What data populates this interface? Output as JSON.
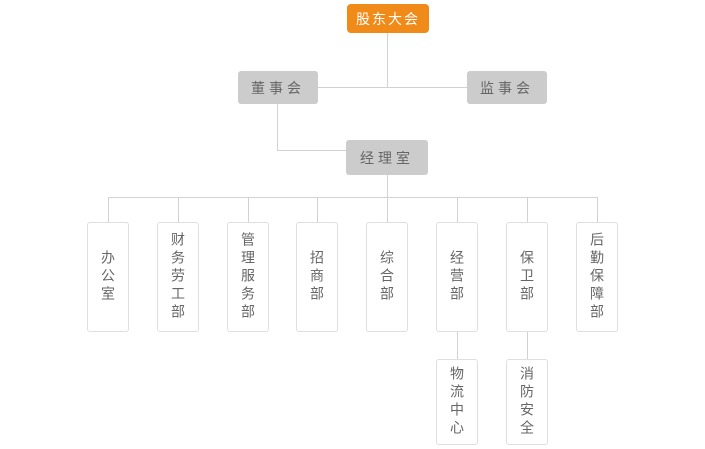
{
  "org": {
    "root": {
      "label": "股东大会"
    },
    "level2": [
      {
        "label": "董事会"
      },
      {
        "label": "监事会"
      }
    ],
    "level3": {
      "label": "经理室",
      "parent": "董事会"
    },
    "departments": [
      {
        "label": "办公室"
      },
      {
        "label": "财务劳工部"
      },
      {
        "label": "管理服务部"
      },
      {
        "label": "招商部"
      },
      {
        "label": "综合部"
      },
      {
        "label": "经营部"
      },
      {
        "label": "保卫部"
      },
      {
        "label": "后勤保障部"
      }
    ],
    "sub_departments": [
      {
        "label": "物流中心",
        "parent": "经营部"
      },
      {
        "label": "消防安全",
        "parent": "保卫部"
      }
    ],
    "colors": {
      "root_bg": "#F08A19",
      "root_text": "#FFFFFF",
      "mid_node_bg": "#CCCCCC",
      "node_text": "#666666",
      "leaf_bg": "#FFFFFF",
      "leaf_border": "#DFDFDF",
      "connector_line": "#D2D2D2",
      "background": "#FFFFFF"
    }
  }
}
